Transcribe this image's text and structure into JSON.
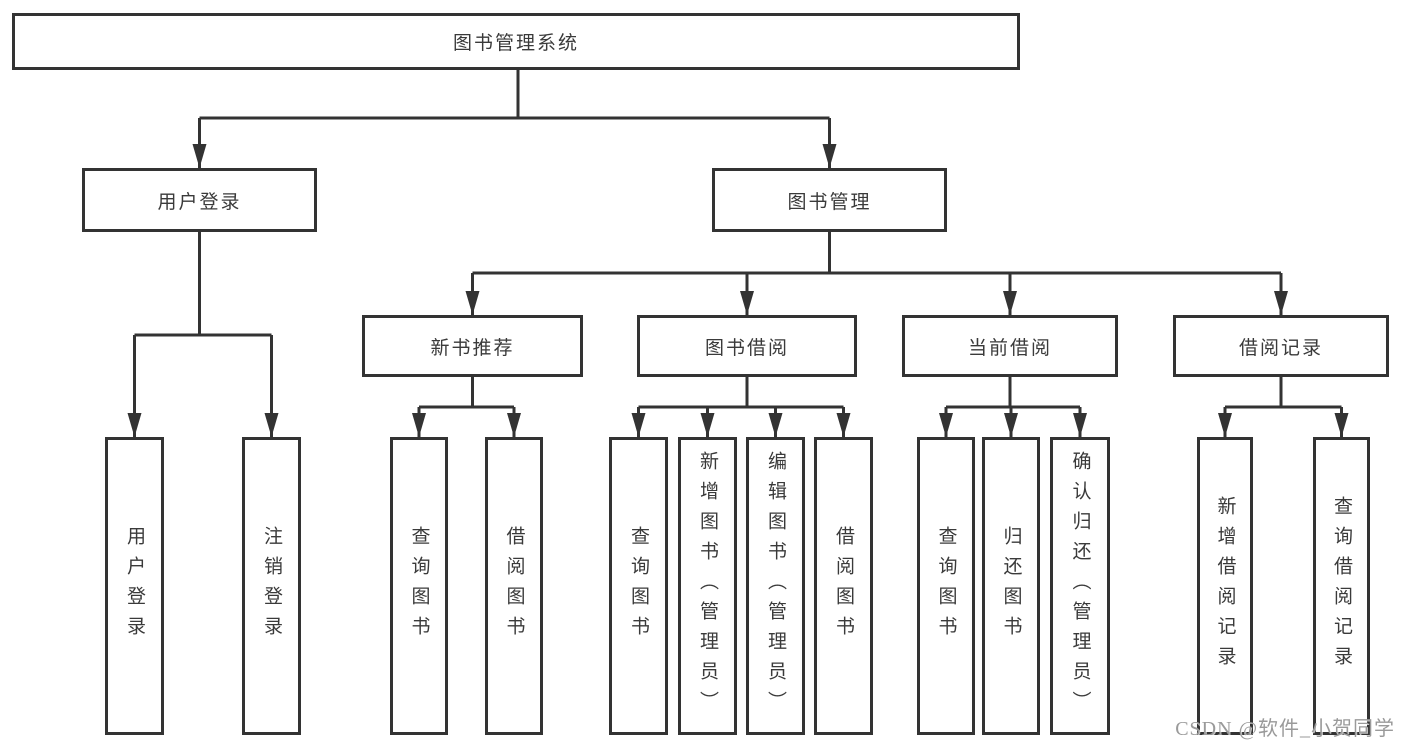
{
  "tree": {
    "label": "图书管理系统",
    "children": [
      {
        "label": "用户登录",
        "children": [
          {
            "label": "用户登录"
          },
          {
            "label": "注销登录"
          }
        ]
      },
      {
        "label": "图书管理",
        "children": [
          {
            "label": "新书推荐",
            "children": [
              {
                "label": "查询图书"
              },
              {
                "label": "借阅图书"
              }
            ]
          },
          {
            "label": "图书借阅",
            "children": [
              {
                "label": "查询图书"
              },
              {
                "label": "新增图书（管理员）"
              },
              {
                "label": "编辑图书（管理员）"
              },
              {
                "label": "借阅图书"
              }
            ]
          },
          {
            "label": "当前借阅",
            "children": [
              {
                "label": "查询图书"
              },
              {
                "label": "归还图书"
              },
              {
                "label": "确认归还（管理员）"
              }
            ]
          },
          {
            "label": "借阅记录",
            "children": [
              {
                "label": "新增借阅记录"
              },
              {
                "label": "查询借阅记录"
              }
            ]
          }
        ]
      }
    ]
  },
  "watermark": "CSDN @软件_小贺同学",
  "colors": {
    "line": "#333333",
    "text": "#3a3a3a",
    "watermark": "#9a9a9a",
    "background": "#ffffff"
  }
}
